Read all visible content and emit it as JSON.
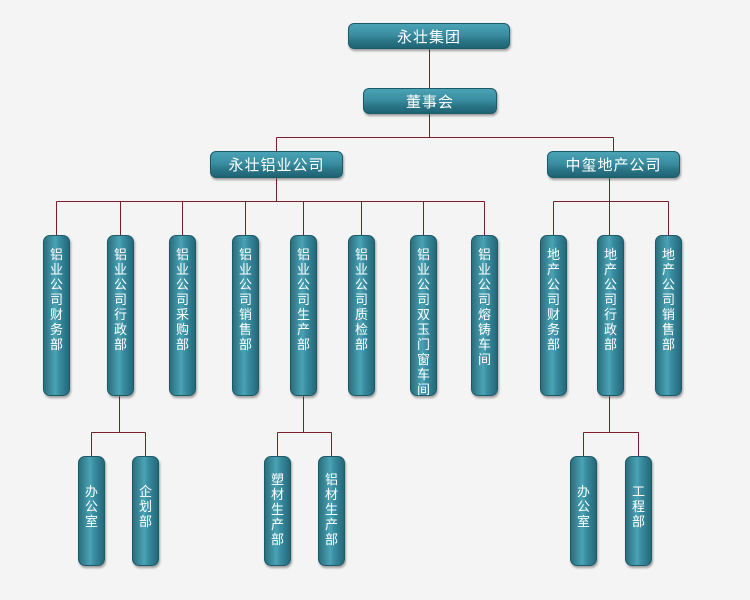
{
  "org": {
    "root": "永壮集团",
    "board": "董事会",
    "companies": [
      {
        "name": "永壮铝业公司",
        "departments": [
          {
            "name": "铝业公司财务部"
          },
          {
            "name": "铝业公司行政部",
            "children": [
              "办公室",
              "企划部"
            ]
          },
          {
            "name": "铝业公司采购部"
          },
          {
            "name": "铝业公司销售部"
          },
          {
            "name": "铝业公司生产部",
            "children": [
              "塑材生产部",
              "铝材生产部"
            ]
          },
          {
            "name": "铝业公司质检部"
          },
          {
            "name": "铝业公司双玉门窗车间"
          },
          {
            "name": "铝业公司熔铸车间"
          }
        ]
      },
      {
        "name": "中玺地产公司",
        "departments": [
          {
            "name": "地产公司财务部"
          },
          {
            "name": "地产公司行政部",
            "children": [
              "办公室",
              "工程部"
            ]
          },
          {
            "name": "地产公司销售部"
          }
        ]
      }
    ]
  },
  "colors": {
    "line": "#7a1e2a",
    "node_border": "#1c5a68",
    "node_mid": "#4aa3b5",
    "node_dark": "#24687a",
    "background": "#f4f4f4"
  }
}
